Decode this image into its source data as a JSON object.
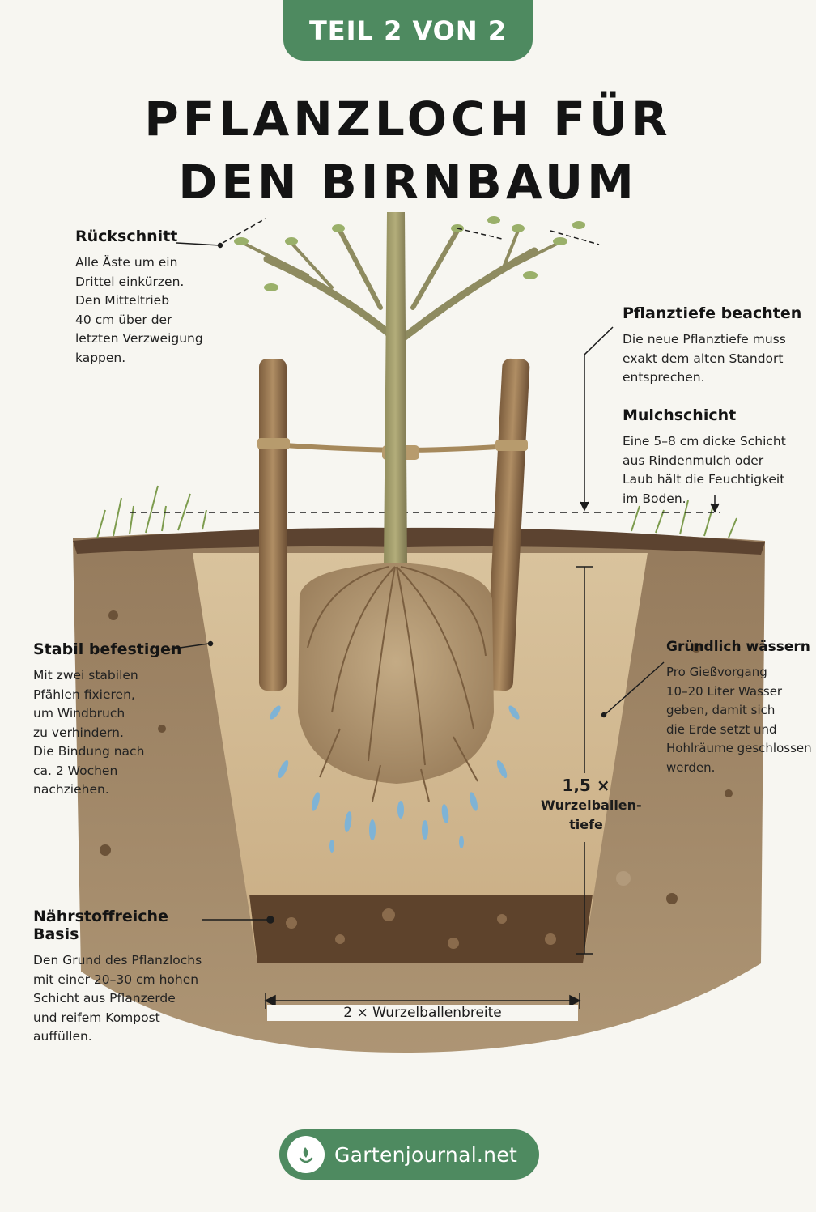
{
  "banner": "TEIL 2 VON 2",
  "title": {
    "line1": "PFLANZLOCH FÜR",
    "line2": "DEN BIRNBAUM"
  },
  "notes": {
    "rueckschnitt": {
      "heading": "Rückschnitt",
      "text": "Alle Äste um ein\nDrittel einkürzen.\nDen Mitteltrieb\n40 cm über der\nletzten Verzweigung\nkappen."
    },
    "pflanztiefe": {
      "heading": "Pflanztiefe beachten",
      "text": "Die neue Pflanztiefe muss\nexakt dem alten Standort\nentsprechen."
    },
    "mulch": {
      "heading": "Mulchschicht",
      "text": "Eine 5–8 cm dicke Schicht\naus Rindenmulch oder\nLaub hält die Feuchtigkeit\nim Boden."
    },
    "stabil": {
      "heading": "Stabil befestigen",
      "text": "Mit zwei stabilen\nPfählen fixieren,\num Windbruch\nzu verhindern.\nDie Bindung nach\nca. 2 Wochen\nnachziehen."
    },
    "waessern": {
      "heading": "Gründlich wässern",
      "text": "Pro Gießvorgang\n10–20 Liter Wasser\ngeben, damit sich\ndie Erde setzt und\nHohlräume geschlossen\nwerden."
    },
    "basis": {
      "heading": "Nährstoffreiche Basis",
      "text": "Den Grund des Pflanzlochs\nmit einer 20–30 cm hohen\nSchicht aus Pflanzerde\nund reifem Kompost\nauffüllen."
    }
  },
  "measures": {
    "depth_factor": "1,5 ×",
    "depth_line1": "Wurzelballen-",
    "depth_line2": "tiefe",
    "width": "2 ×  Wurzelballenbreite"
  },
  "footer": {
    "brand": "Gartenjournal.net",
    "icon": "leaf-hand-logo-icon"
  },
  "colors": {
    "green": "#4e8a60",
    "soil_dark": "#6b5238",
    "soil_light": "#cdb590",
    "water": "#7fb3d5"
  }
}
